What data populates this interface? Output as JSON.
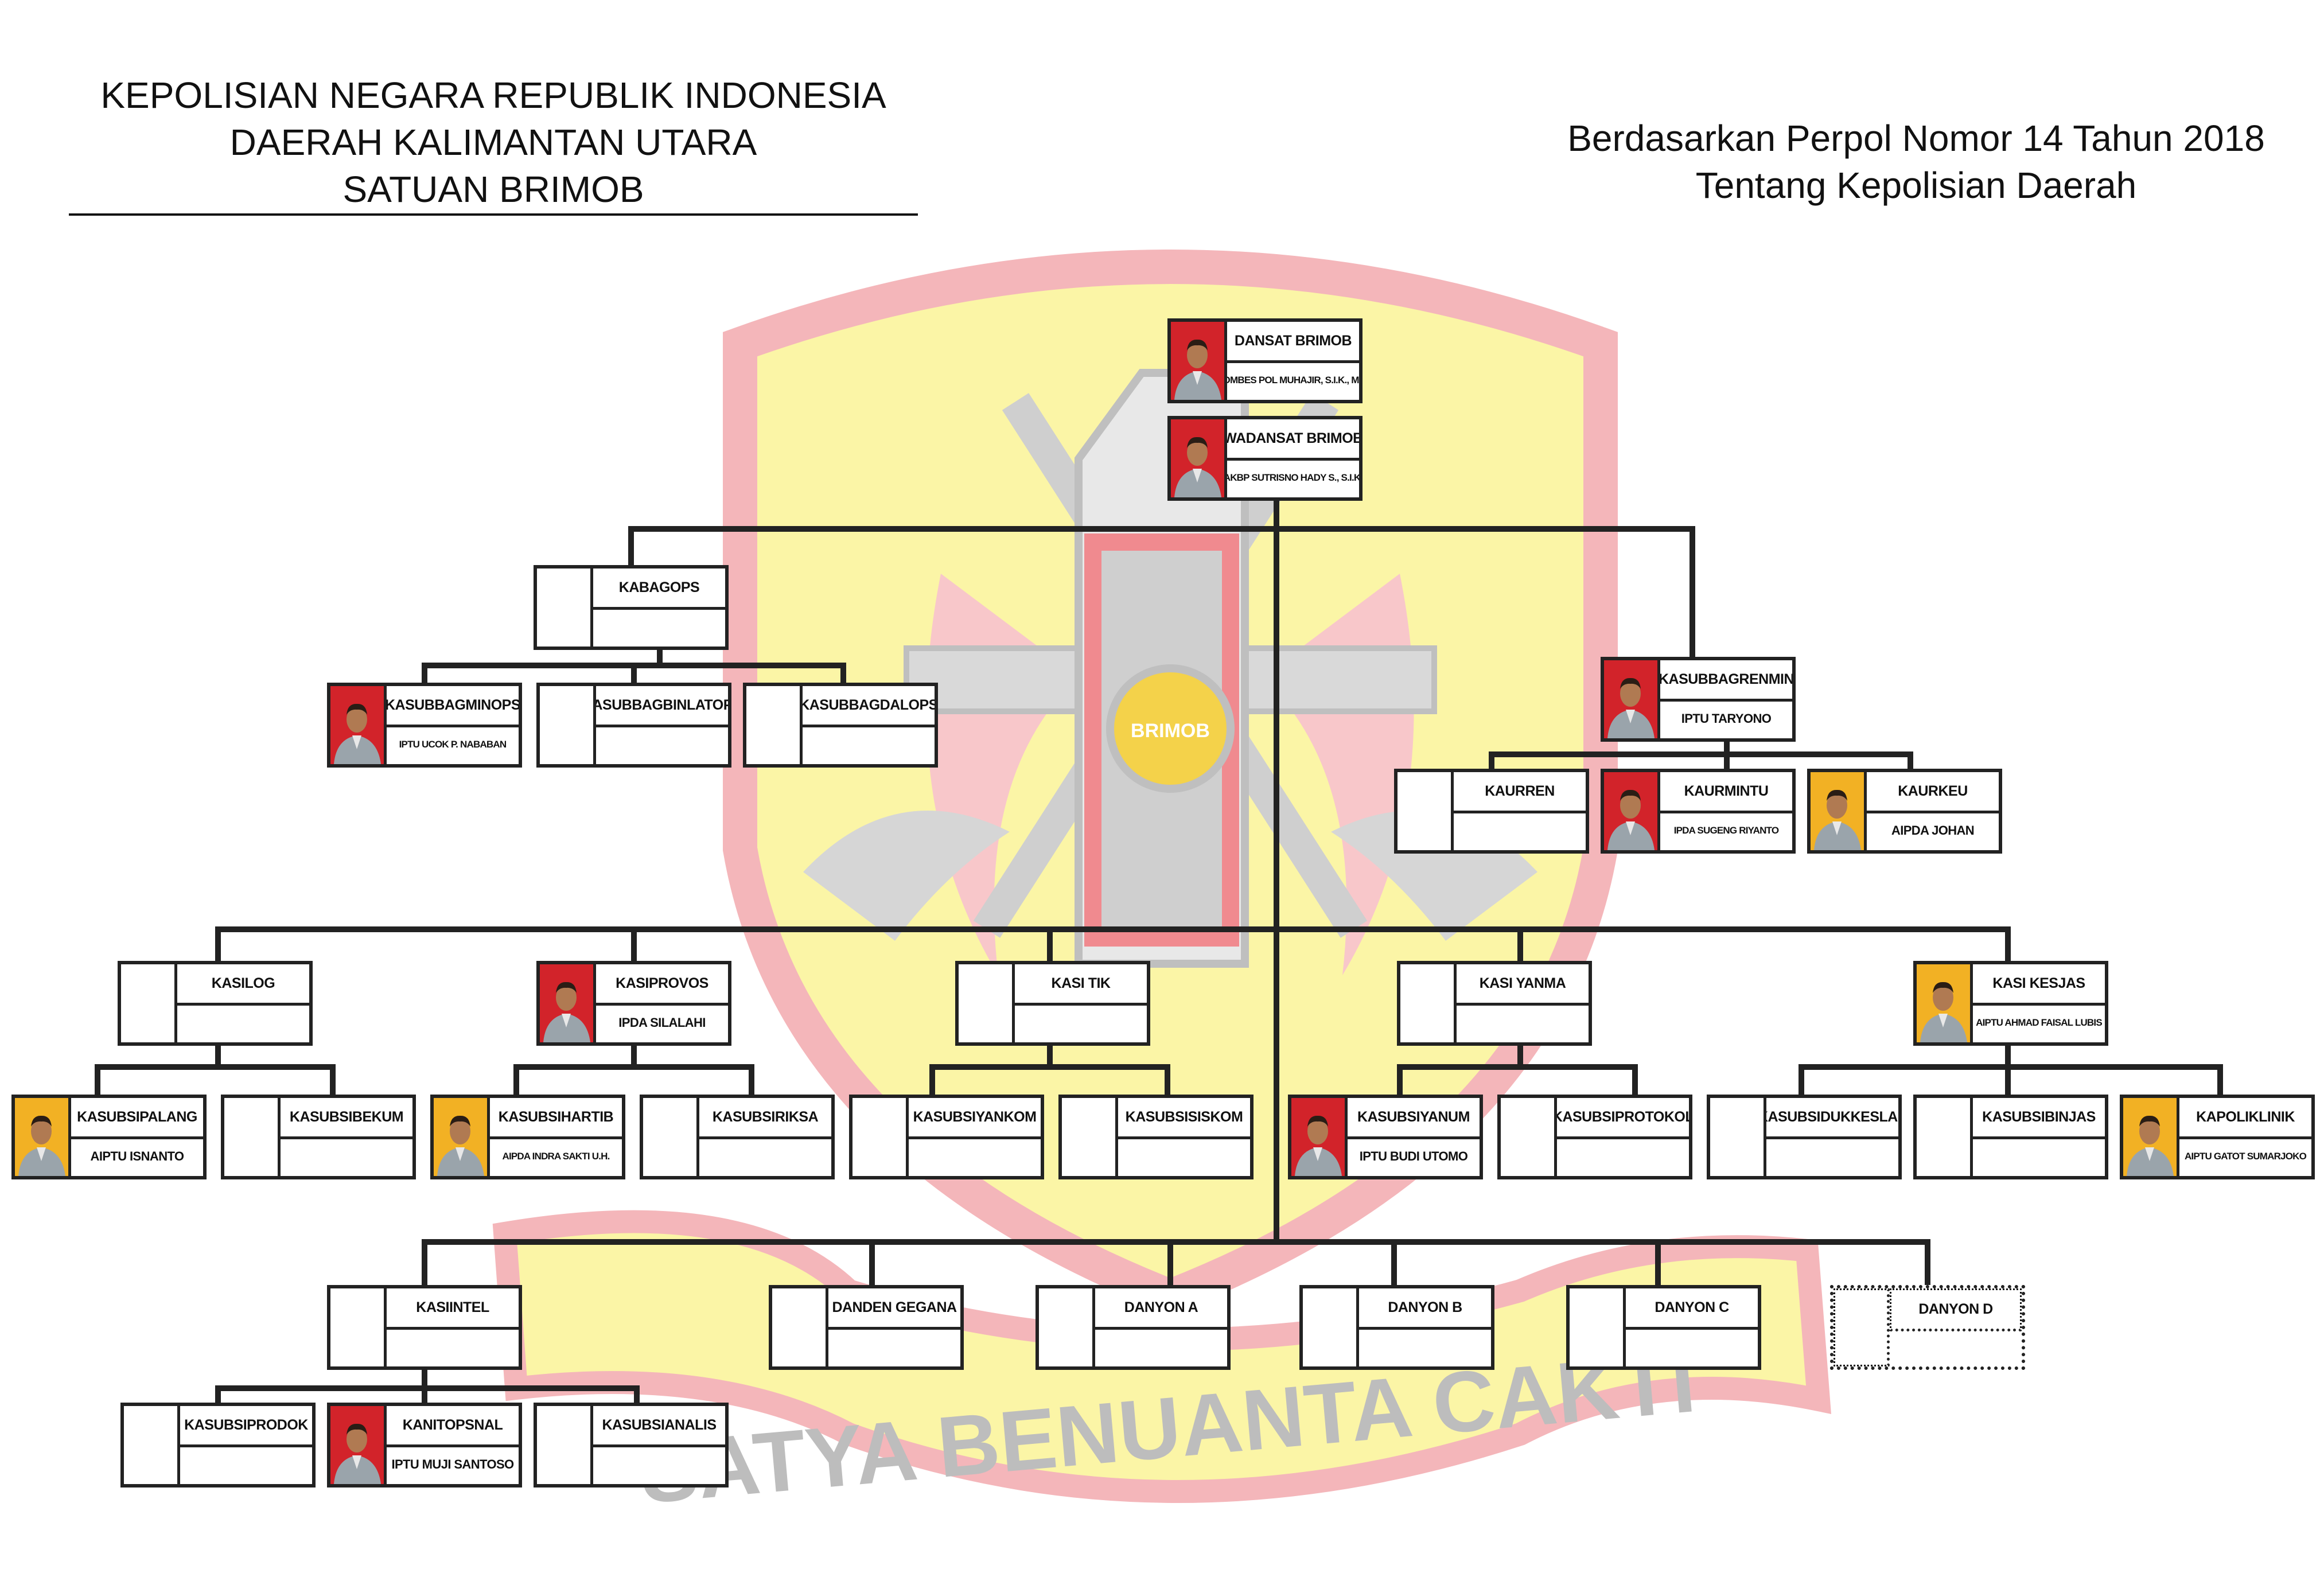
{
  "header": {
    "left_lines": [
      "KEPOLISIAN NEGARA REPUBLIK INDONESIA",
      "DAERAH KALIMANTAN UTARA",
      "SATUAN BRIMOB"
    ],
    "right_lines": [
      "Berdasarkan Perpol Nomor 14 Tahun 2018",
      "Tentang Kepolisian Daerah"
    ]
  },
  "emblem": {
    "ring_text": "BRIMOB",
    "motto": "SATYA BENUANTA CAKTI",
    "colors": {
      "shield_border": "#f4b6ba",
      "shield_fill": "#fbf5a6",
      "pillar": "#e95a63",
      "grey": "#bfbfbf",
      "red_dark": "#c0392b"
    }
  },
  "colors": {
    "line": "#222222",
    "photo_red": "#d2232a",
    "photo_yellow": "#f2b124"
  },
  "nodes": [
    {
      "id": "dansat",
      "title": "DANSAT BRIMOB",
      "holder": "KOMBES POL MUHAJIR, S.I.K., M.H.",
      "photo": "red",
      "small": true
    },
    {
      "id": "wadansat",
      "title": "WADANSAT BRIMOB",
      "holder": "AKBP SUTRISNO HADY S., S.I.K.",
      "photo": "red",
      "small": true
    },
    {
      "id": "kabagops",
      "title": "KABAGOPS",
      "holder": "",
      "photo": ""
    },
    {
      "id": "kasubbagminops",
      "title": "KASUBBAGMINOPS",
      "holder": "IPTU UCOK P. NABABAN",
      "photo": "red",
      "small": true
    },
    {
      "id": "kasubbagbinlatops",
      "title": "KASUBBAGBINLATOPS",
      "holder": "",
      "photo": ""
    },
    {
      "id": "kasubbagdalops",
      "title": "KASUBBAGDALOPS",
      "holder": "",
      "photo": ""
    },
    {
      "id": "kasubbagrenmin",
      "title": "KASUBBAGRENMIN",
      "holder": "IPTU TARYONO",
      "photo": "red"
    },
    {
      "id": "kaurren",
      "title": "KAURREN",
      "holder": "",
      "photo": ""
    },
    {
      "id": "kaurmintu",
      "title": "KAURMINTU",
      "holder": "IPDA SUGENG RIYANTO",
      "photo": "red",
      "small": true
    },
    {
      "id": "kaurkeu",
      "title": "KAURKEU",
      "holder": "AIPDA JOHAN",
      "photo": "yellow"
    },
    {
      "id": "kasilog",
      "title": "KASILOG",
      "holder": "",
      "photo": ""
    },
    {
      "id": "kasiprovos",
      "title": "KASIPROVOS",
      "holder": "IPDA SILALAHI",
      "photo": "red"
    },
    {
      "id": "kasitik",
      "title": "KASI TIK",
      "holder": "",
      "photo": ""
    },
    {
      "id": "kasiyanma",
      "title": "KASI YANMA",
      "holder": "",
      "photo": ""
    },
    {
      "id": "kasikesjas",
      "title": "KASI KESJAS",
      "holder": "AIPTU AHMAD FAISAL LUBIS",
      "photo": "yellow",
      "small": true
    },
    {
      "id": "kasubsipalang",
      "title": "KASUBSIPALANG",
      "holder": "AIPTU ISNANTO",
      "photo": "yellow"
    },
    {
      "id": "kasubsibekum",
      "title": "KASUBSIBEKUM",
      "holder": "",
      "photo": ""
    },
    {
      "id": "kasubsihartib",
      "title": "KASUBSIHARTIB",
      "holder": "AIPDA INDRA SAKTI U.H.",
      "photo": "yellow",
      "small": true
    },
    {
      "id": "kasubsiriksa",
      "title": "KASUBSIRIKSA",
      "holder": "",
      "photo": ""
    },
    {
      "id": "kasubsiyankom",
      "title": "KASUBSIYANKOM",
      "holder": "",
      "photo": ""
    },
    {
      "id": "kasubsisiskom",
      "title": "KASUBSISISKOM",
      "holder": "",
      "photo": ""
    },
    {
      "id": "kasubsiyanum",
      "title": "KASUBSIYANUM",
      "holder": "IPTU BUDI UTOMO",
      "photo": "red"
    },
    {
      "id": "kasubsiprotokol",
      "title": "KASUBSIPROTOKOL",
      "holder": "",
      "photo": ""
    },
    {
      "id": "kasubsidukkeslap",
      "title": "KASUBSIDUKKESLAP",
      "holder": "",
      "photo": ""
    },
    {
      "id": "kasubsibinjas",
      "title": "KASUBSIBINJAS",
      "holder": "",
      "photo": ""
    },
    {
      "id": "kapoliklinik",
      "title": "KAPOLIKLINIK",
      "holder": "AIPTU GATOT SUMARJOKO",
      "photo": "yellow",
      "small": true
    },
    {
      "id": "kasiintel",
      "title": "KASIINTEL",
      "holder": "",
      "photo": ""
    },
    {
      "id": "dandengegana",
      "title": "DANDEN GEGANA",
      "holder": "",
      "photo": ""
    },
    {
      "id": "danyona",
      "title": "DANYON A",
      "holder": "",
      "photo": ""
    },
    {
      "id": "danyonb",
      "title": "DANYON B",
      "holder": "",
      "photo": ""
    },
    {
      "id": "danyonc",
      "title": "DANYON C",
      "holder": "",
      "photo": ""
    },
    {
      "id": "danyond",
      "title": "DANYON D",
      "holder": "",
      "photo": "",
      "vacant": true
    },
    {
      "id": "kasubsiprodok",
      "title": "KASUBSIPRODOK",
      "holder": "",
      "photo": ""
    },
    {
      "id": "kanitopsnal",
      "title": "KANITOPSNAL",
      "holder": "IPTU MUJI SANTOSO",
      "photo": "red"
    },
    {
      "id": "kasubsianalis",
      "title": "KASUBSIANALIS",
      "holder": "",
      "photo": ""
    }
  ]
}
